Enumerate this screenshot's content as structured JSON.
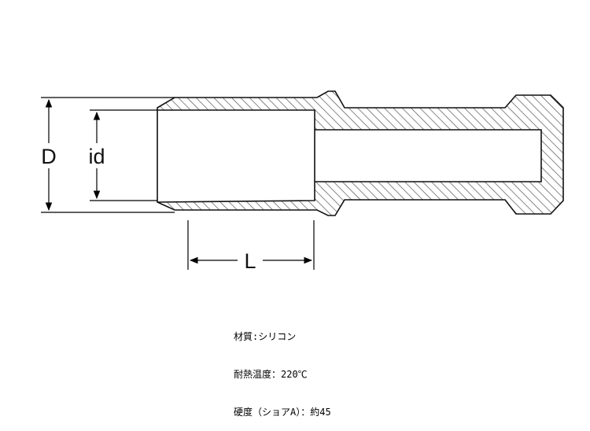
{
  "diagram": {
    "dimension_labels": {
      "outer_diameter": "D",
      "inner_diameter": "id",
      "length": "L"
    },
    "specs": [
      "材質:シリコン",
      "耐熱温度：220℃",
      "硬度（ショアA）：約45"
    ]
  }
}
